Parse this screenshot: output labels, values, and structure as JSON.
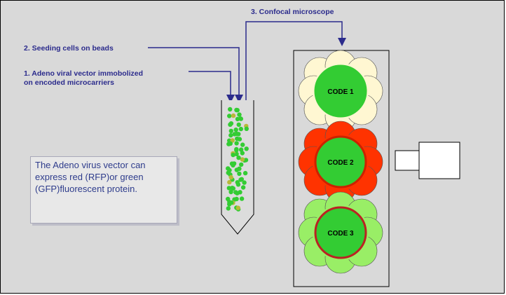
{
  "steps": {
    "step1_line1": "1. Adeno viral vector immobolized",
    "step1_line2": "on encoded microcarriers",
    "step2": "2. Seeding cells on beads",
    "step3": "3. Confocal microscope"
  },
  "note": {
    "text": "The Adeno virus vector can express red (RFP)or green (GFP)fluorescent protein."
  },
  "codes": [
    {
      "label": "CODE 1",
      "petal_color": "#fff7d2",
      "core_color": "#33cc33",
      "ring_color": "#33cc33"
    },
    {
      "label": "CODE 2",
      "petal_color": "#ff3300",
      "core_color": "#33cc33",
      "ring_color": "#cc2200"
    },
    {
      "label": "CODE 3",
      "petal_color": "#99ee66",
      "core_color": "#33cc33",
      "ring_color": "#bb2222"
    }
  ],
  "colors": {
    "arrow": "#2b2b8c",
    "bead_green": "#33cc33",
    "bead_yellow": "#b8b83a"
  }
}
